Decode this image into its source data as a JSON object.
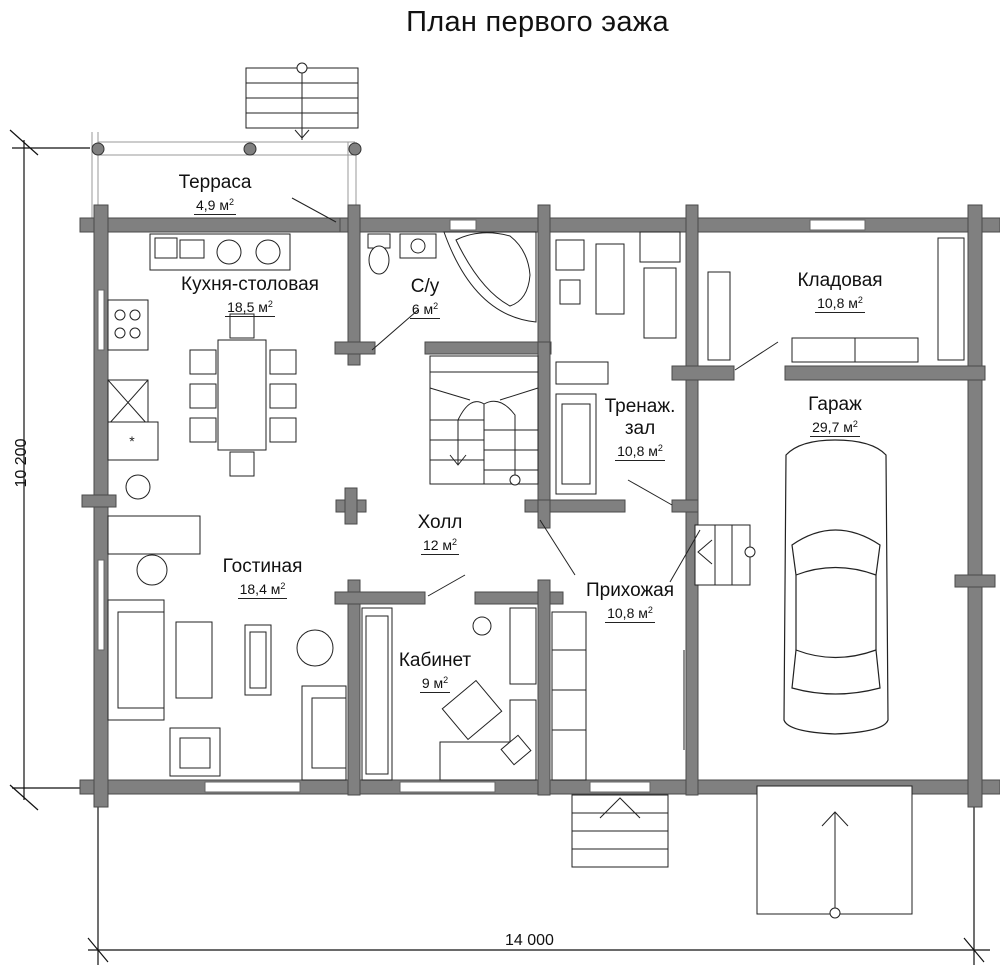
{
  "plan": {
    "title": "План первого эажа",
    "width_label": "14 000",
    "height_label": "10 200",
    "wall_color": "#808080",
    "rooms": [
      {
        "id": "terrace",
        "name": "Терраса",
        "area": "4,9 м",
        "unit_sup": "2"
      },
      {
        "id": "kitchen",
        "name": "Кухня-столовая",
        "area": "18,5 м",
        "unit_sup": "2"
      },
      {
        "id": "bathroom",
        "name": "С/у",
        "area": "6 м",
        "unit_sup": "2"
      },
      {
        "id": "storage",
        "name": "Кладовая",
        "area": "10,8 м",
        "unit_sup": "2"
      },
      {
        "id": "gym",
        "name": "Тренаж.",
        "name2": "зал",
        "area": "10,8 м",
        "unit_sup": "2"
      },
      {
        "id": "garage",
        "name": "Гараж",
        "area": "29,7 м",
        "unit_sup": "2"
      },
      {
        "id": "hall",
        "name": "Холл",
        "area": "12 м",
        "unit_sup": "2"
      },
      {
        "id": "living",
        "name": "Гостиная",
        "area": "18,4 м",
        "unit_sup": "2"
      },
      {
        "id": "entrance",
        "name": "Прихожая",
        "area": "10,8 м",
        "unit_sup": "2"
      },
      {
        "id": "office",
        "name": "Кабинет",
        "area": "9 м",
        "unit_sup": "2"
      }
    ]
  }
}
